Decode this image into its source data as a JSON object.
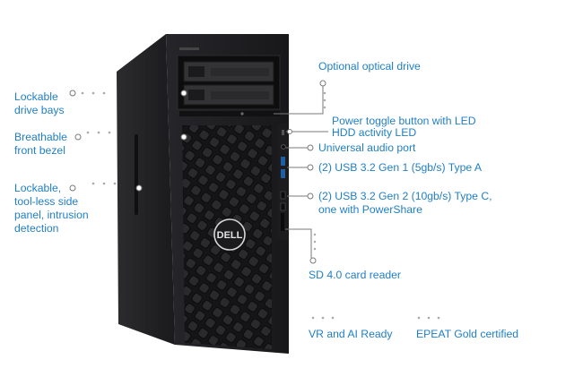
{
  "labels": {
    "lockable_drive_bays": [
      "Lockable",
      "drive bays"
    ],
    "breathable_front_bezel": [
      "Breathable",
      "front bezel"
    ],
    "lockable_side_panel": [
      "Lockable,",
      "tool-less side",
      "panel, intrusion",
      "detection"
    ],
    "optical_drive": "Optional optical drive",
    "power_toggle": "Power toggle button with LED",
    "hdd_led": "HDD activity LED",
    "audio_port": "Universal audio port",
    "usb_a": "(2) USB 3.2 Gen 1 (5gb/s) Type A",
    "usb_c": [
      "(2) USB 3.2 Gen 2 (10gb/s) Type C,",
      "one with PowerShare"
    ],
    "sd_reader": "SD 4.0 card reader",
    "vr_ai": "VR and AI Ready",
    "epeat": "EPEAT Gold certified"
  },
  "logo_text": "DELL",
  "colors": {
    "label": "#1f7fc4",
    "leader": "#7a7a7a",
    "chassis": "#1b1b1d"
  }
}
